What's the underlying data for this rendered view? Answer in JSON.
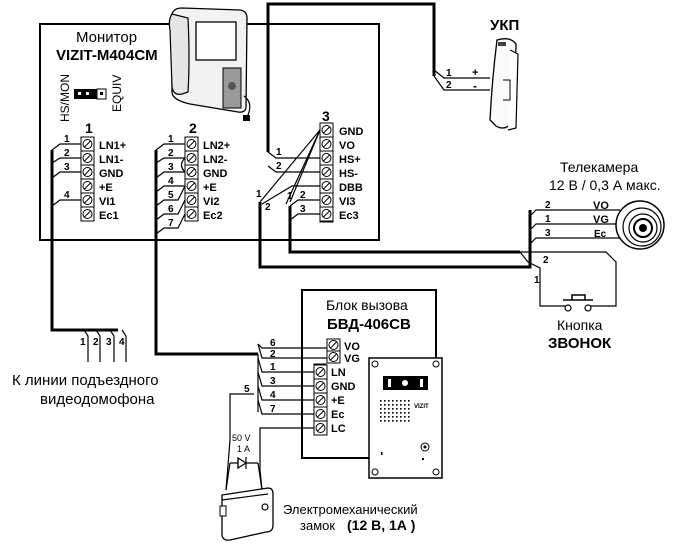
{
  "monitor": {
    "title": "Монитор",
    "model": "VIZIT-M404CM",
    "jumper_left": "HS/MON",
    "jumper_right": "EQUIV",
    "block1": {
      "number": "1",
      "terminals": [
        "LN1+",
        "LN1-",
        "GND",
        "+E",
        "VI1",
        "Ec1"
      ],
      "wires": [
        "1",
        "2",
        "3",
        "4"
      ]
    },
    "block2": {
      "number": "2",
      "terminals": [
        "LN2+",
        "LN2-",
        "GND",
        "+E",
        "VI2",
        "Ec2"
      ],
      "wires": [
        "1",
        "2",
        "3",
        "4",
        "5",
        "6",
        "7"
      ]
    },
    "block3": {
      "number": "3",
      "terminals": [
        "GND",
        "VO",
        "HS+",
        "HS-",
        "DBB",
        "VI3",
        "Ec3"
      ],
      "wires": [
        "1",
        "2",
        "1",
        "2",
        "1",
        "2",
        "3"
      ]
    }
  },
  "ukp": {
    "title": "УКП",
    "wires": [
      "1",
      "2"
    ],
    "polarity": [
      "+",
      "-"
    ]
  },
  "camera": {
    "title": "Телекамера",
    "spec": "12 В / 0,3 А макс.",
    "wires": [
      "2",
      "1",
      "3"
    ],
    "terminals": [
      "VO",
      "VG",
      "Ec"
    ]
  },
  "button": {
    "title": "Кнопка",
    "name": "ЗВОНОК",
    "wires": [
      "2",
      "1"
    ]
  },
  "line": {
    "wires": [
      "1",
      "2",
      "3",
      "4"
    ],
    "caption_line1": "К линии подъездного",
    "caption_line2": "видеодомофона"
  },
  "call_block": {
    "title": "Блок вызова",
    "model": "БВД-406СВ",
    "terminals": [
      "VO",
      "VG",
      "LN",
      "GND",
      "+E",
      "Ec",
      "LC"
    ],
    "wires": [
      "6",
      "2",
      "1",
      "3",
      "4",
      "7",
      "5"
    ],
    "brand": "VIZIT"
  },
  "diode": {
    "voltage": "50 V",
    "current": "1 A"
  },
  "lock": {
    "title": "Электромеханический",
    "subtitle_prefix": "замок",
    "subtitle_spec": "(12 В, 1А )"
  }
}
